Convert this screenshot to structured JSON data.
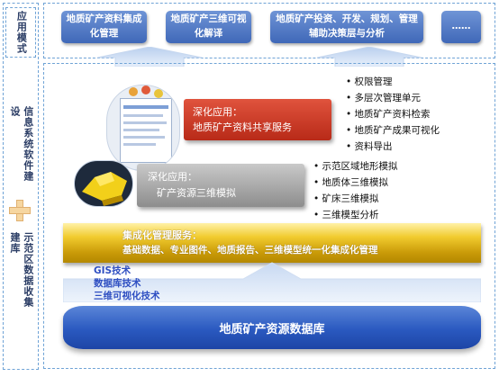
{
  "side": {
    "app_mode": "应用模式",
    "info_system": "信息系统软件建设",
    "demo_area": "示范区数据收集建库"
  },
  "top_modes": [
    "地质矿产资料集成化管理",
    "地质矿产三维可视化解译",
    "地质矿产投资、开发、规划、管理辅助决策层与分析",
    "……"
  ],
  "deep_app_1": {
    "title": "深化应用：",
    "subtitle": "地质矿产资料共享服务",
    "bullets": [
      "权限管理",
      "多层次管理单元",
      "地质矿产资料检索",
      "地质矿产成果可视化",
      "资料导出"
    ]
  },
  "deep_app_2": {
    "title": "深化应用：",
    "subtitle": "矿产资源三维模拟",
    "bullets": [
      "示范区域地形模拟",
      "地质体三维模拟",
      "矿床三维模拟",
      "三维模型分析"
    ]
  },
  "integrated": {
    "title": "集成化管理服务：",
    "desc": "基础数据、专业图件、地质报告、三维模型统一化集成化管理"
  },
  "tech": [
    "GIS技术",
    "数据库技术",
    "三维可视化技术"
  ],
  "database": "地质矿产资源数据库",
  "colors": {
    "accent_blue": "#3f68b8",
    "red_box": "#c8321f",
    "gold_bar": "#e8bf1e",
    "tech_text": "#2f4fc2"
  }
}
